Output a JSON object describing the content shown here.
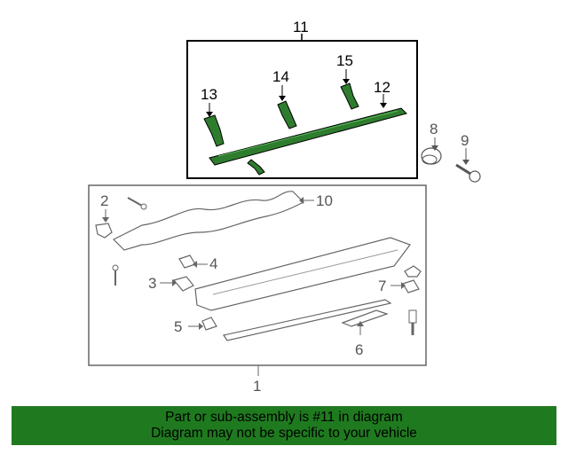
{
  "callouts": {
    "c1": "1",
    "c2": "2",
    "c3": "3",
    "c4": "4",
    "c5": "5",
    "c6": "6",
    "c7": "7",
    "c8": "8",
    "c9": "9",
    "c10": "10",
    "c11": "11",
    "c12": "12",
    "c13": "13",
    "c14": "14",
    "c15": "15"
  },
  "banner": {
    "line1": "Part or sub-assembly is #11 in diagram",
    "line2": "Diagram may not be specific to your vehicle"
  },
  "colors": {
    "highlight_part": "#2e7d2e",
    "banner_bg": "#1f7a1f",
    "outline": "#555555"
  }
}
